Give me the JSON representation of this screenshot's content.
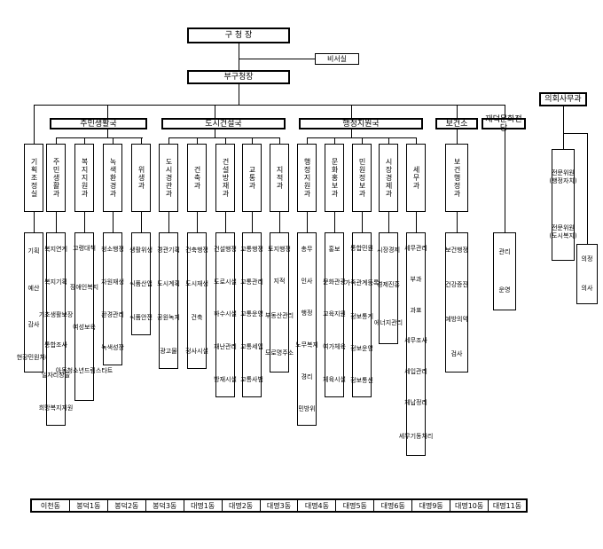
{
  "top": {
    "head": "구 청 장",
    "secretary": "비서실",
    "deputy": "부구청장"
  },
  "bureaus": [
    {
      "id": "b1",
      "label": "주민생활국"
    },
    {
      "id": "b2",
      "label": "도시건설국"
    },
    {
      "id": "b3",
      "label": "행정지원국"
    },
    {
      "id": "b4",
      "label": "보건소"
    },
    {
      "id": "b5",
      "label": "재덕문화전당"
    }
  ],
  "departments": [
    {
      "label": "기획조정실",
      "teams": [
        "기획",
        "예산",
        "감사",
        "현장민원처리"
      ]
    },
    {
      "label": "주민생활과",
      "teams": [
        "복지연계",
        "복지기획",
        "기초생활보장",
        "통합조사",
        "일자리창출",
        "희망복지지원"
      ]
    },
    {
      "label": "복지지원과",
      "teams": [
        "고령대책",
        "장애인복지",
        "여성보육",
        "아동청소년드림스타트"
      ]
    },
    {
      "label": "녹색환경과",
      "teams": [
        "청소행정",
        "자원재생",
        "환경관리",
        "녹색성장"
      ]
    },
    {
      "label": "위생과",
      "teams": [
        "생활위생",
        "식품산업",
        "식품안전"
      ]
    },
    {
      "label": "도시경관과",
      "teams": [
        "경관기획",
        "도시계획",
        "공원녹지",
        "광고물"
      ]
    },
    {
      "label": "건축과",
      "teams": [
        "건축행정",
        "도시재생",
        "건축",
        "정사시설"
      ]
    },
    {
      "label": "건설방재과",
      "teams": [
        "건설행정",
        "도로시설",
        "하수시설",
        "재난관리",
        "방재시설"
      ]
    },
    {
      "label": "교통과",
      "teams": [
        "교통행정",
        "교통관리",
        "교통운영",
        "교통세입",
        "교통사범"
      ]
    },
    {
      "label": "지적과",
      "teams": [
        "토지행정",
        "지적",
        "부동산관리",
        "도로명주소"
      ]
    },
    {
      "label": "행정지원과",
      "teams": [
        "총무",
        "인사",
        "행정",
        "노무복지",
        "경리",
        "민방위"
      ]
    },
    {
      "label": "문화홍보과",
      "teams": [
        "홍보",
        "문화관광",
        "교육지원",
        "여가체육",
        "체육시설"
      ]
    },
    {
      "label": "민원정보과",
      "teams": [
        "통합민원",
        "가족관계등록",
        "정보통계",
        "정보운영",
        "정보통신"
      ]
    },
    {
      "label": "시장경제과",
      "teams": [
        "시장경제",
        "경제진흥",
        "에너지관리"
      ]
    },
    {
      "label": "세무과",
      "teams": [
        "세무관리",
        "부과",
        "과표",
        "세무조사",
        "세입관리",
        "체납정리",
        "세무기동처리"
      ]
    },
    {
      "label": "보건행정과",
      "teams": [
        "보건행정",
        "건강증진",
        "예방의약",
        "검사"
      ]
    },
    {
      "label": "",
      "teams": [
        "관리",
        "운영"
      ]
    }
  ],
  "council": {
    "title": "의회사무과",
    "committees": [
      "전문위원(행정자치)",
      "전문위원(도시복지)"
    ],
    "office": "의정",
    "office_team": "의사"
  },
  "dongs": [
    "이천동",
    "봉덕1동",
    "봉덕2동",
    "봉덕3동",
    "대명1동",
    "대명2동",
    "대명3동",
    "대명4동",
    "대명5동",
    "대명6동",
    "대명9동",
    "대명10동",
    "대명11동"
  ]
}
